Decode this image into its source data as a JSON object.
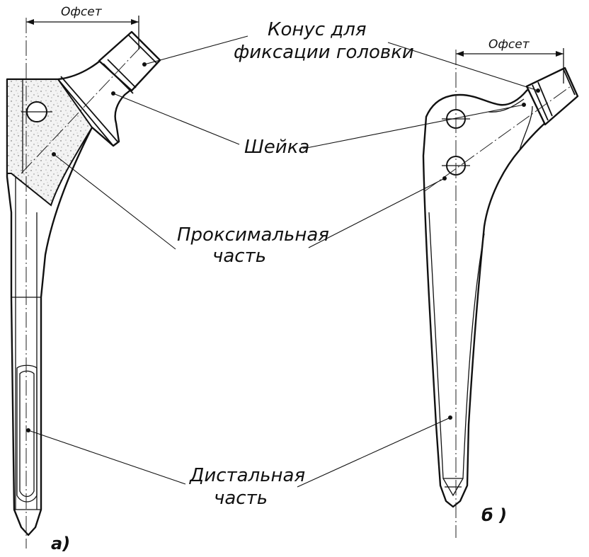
{
  "labels": {
    "offset_a": "Офсет",
    "offset_b": "Офсет",
    "cone_line1": "Конус для",
    "cone_line2": "фиксации головки",
    "neck": "Шейка",
    "proximal_line1": "Проксимальная",
    "proximal_line2": "часть",
    "distal_line1": "Дистальная",
    "distal_line2": "часть",
    "figure_a": "а)",
    "figure_b": "б )"
  }
}
